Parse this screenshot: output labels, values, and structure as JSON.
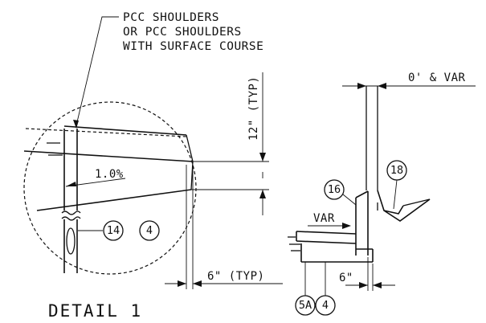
{
  "note": {
    "lines": [
      "PCC SHOULDERS",
      "OR PCC SHOULDERS",
      "WITH SURFACE COURSE"
    ]
  },
  "dimensions": {
    "vertical_typ": "12\" (TYP)",
    "horizontal_typ": "6\" (TYP)",
    "top_offset": "0' & VAR",
    "curb_gap": "6\"",
    "var": "VAR",
    "slope": "1.0%"
  },
  "callouts": {
    "left_14": "14",
    "left_4": "4",
    "right_16": "16",
    "right_18": "18",
    "right_5a": "5A",
    "right_4": "4"
  },
  "title": "DETAIL 1"
}
